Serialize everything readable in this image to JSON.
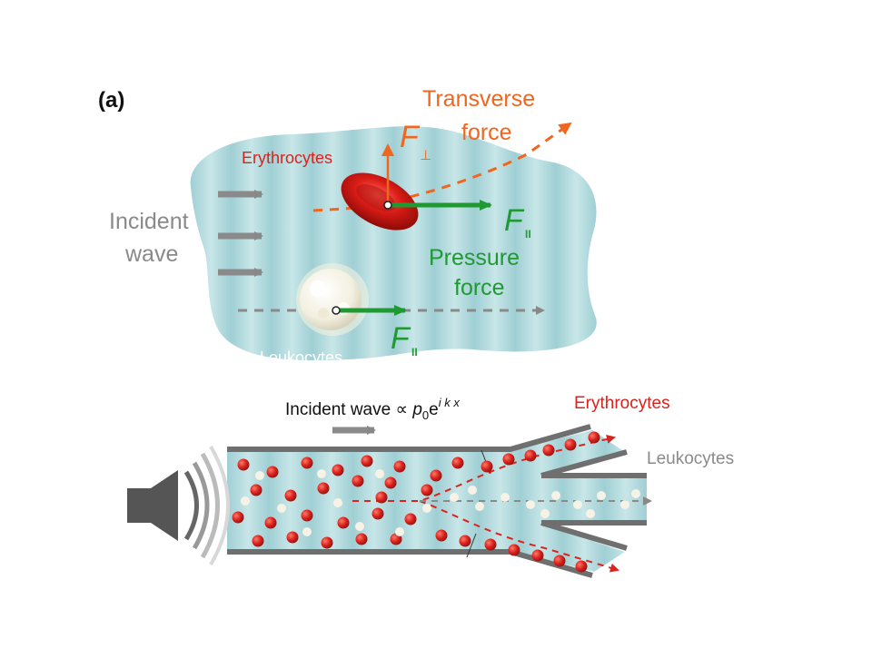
{
  "panel_label": "(a)",
  "top": {
    "incident_line1": "Incident",
    "incident_line2": "wave",
    "erythrocytes": "Erythrocytes",
    "leukocytes": "Leukocytes",
    "transverse_line1": "Transverse",
    "transverse_line2": "force",
    "pressure_line1": "Pressure",
    "pressure_line2": "force",
    "f_symbol": "F",
    "perp_sub": "⊥",
    "par_sub": "II"
  },
  "bottom": {
    "incident_prefix": "Incident wave ∝ ",
    "p_sym": "p",
    "p_sub": "0",
    "e_sym": "e",
    "exponent": "i k x",
    "erythrocytes": "Erythrocytes",
    "leukocytes": "Leukocytes"
  },
  "colors": {
    "fluid": "#a8d4d8",
    "gray_text": "#8a8a8a",
    "red": "#d8231e",
    "orange": "#f0661e",
    "green": "#1f9a33",
    "tube_wall": "#6f6f6f"
  }
}
